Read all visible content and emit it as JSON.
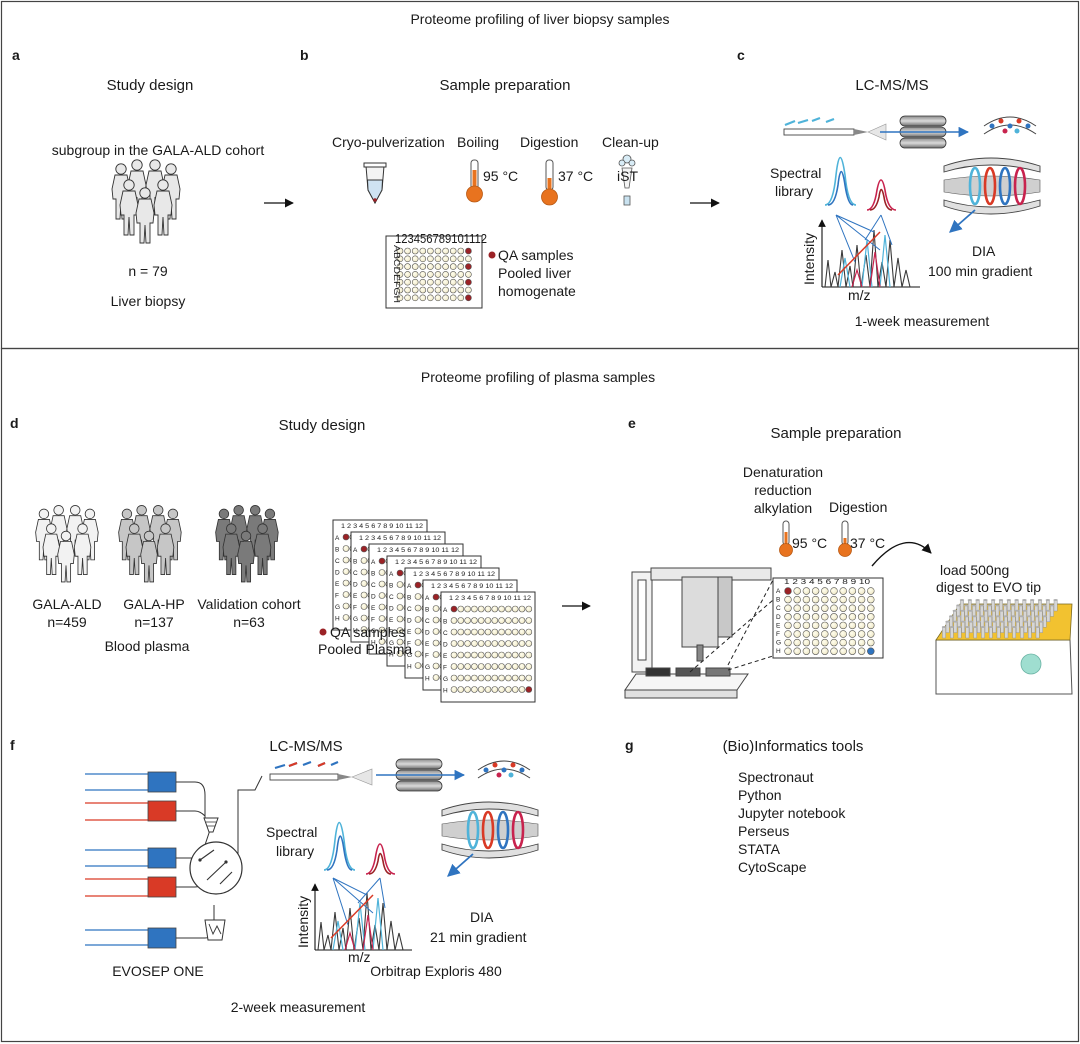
{
  "top": {
    "title": "Proteome profiling of liver biopsy samples",
    "a": {
      "letter": "a",
      "title": "Study design",
      "cohort": "subgroup in the GALA-ALD cohort",
      "n": "n = 79",
      "sample": "Liver biopsy"
    },
    "b": {
      "letter": "b",
      "title": "Sample preparation",
      "steps": [
        "Cryo-pulverization",
        "Boiling",
        "Digestion",
        "Clean-up"
      ],
      "boil_temp": "95 °C",
      "digest_temp": "37 °C",
      "cleanup_kit": "iST",
      "plate_cols": "123456789101112",
      "plate_rows": "ABCDEFGH",
      "qa_legend": [
        "QA samples",
        "Pooled liver",
        "homogenate"
      ]
    },
    "c": {
      "letter": "c",
      "title": "LC-MS/MS",
      "library": [
        "Spectral",
        "library"
      ],
      "y_axis": "Intensity",
      "x_axis": "m/z",
      "dia": [
        "DIA",
        "100 min gradient"
      ],
      "duration": "1-week measurement"
    }
  },
  "bottom": {
    "title": "Proteome profiling of plasma samples",
    "d": {
      "letter": "d",
      "title": "Study design",
      "cohorts": [
        {
          "name": "GALA-ALD",
          "n": "n=459"
        },
        {
          "name": "GALA-HP",
          "n": "n=137"
        },
        {
          "name": "Validation cohort",
          "n": "n=63"
        }
      ],
      "sample": "Blood plasma",
      "plate_cols": "1 2 3 4 5 6 7 8 9 10 11 12",
      "plate_rows": "ABCDEFGH",
      "qa_legend": [
        "QA samples",
        "Pooled Plasma"
      ]
    },
    "e": {
      "letter": "e",
      "title": "Sample preparation",
      "steps": [
        "Denaturation",
        "reduction",
        "alkylation"
      ],
      "step_temp": "95 °C",
      "digest": "Digestion",
      "digest_temp": "37 °C",
      "plate_cols": "1 2 3 4 5 6 7 8 9 10",
      "plate_rows": "ABCDEFGH",
      "load": [
        "load 500ng",
        "digest to EVO tip"
      ]
    },
    "f": {
      "letter": "f",
      "title": "LC-MS/MS",
      "library": [
        "Spectral",
        "library"
      ],
      "y_axis": "Intensity",
      "x_axis": "m/z",
      "dia": [
        "DIA",
        "21 min gradient"
      ],
      "lc": "EVOSEP ONE",
      "ms": "Orbitrap Exploris 480",
      "duration": "2-week measurement"
    },
    "g": {
      "letter": "g",
      "title": "(Bio)Informatics tools",
      "tools": [
        "Spectronaut",
        "Python",
        "Jupyter notebook",
        "Perseus",
        "STATA",
        "CytoScape"
      ]
    }
  },
  "colors": {
    "orange": "#e8731f",
    "dark_red": "#9b2226",
    "blue": "#2f74c0",
    "red": "#d93a26",
    "teal": "#4fb3d9",
    "crimson": "#c8234e",
    "yellow": "#f2c230"
  }
}
